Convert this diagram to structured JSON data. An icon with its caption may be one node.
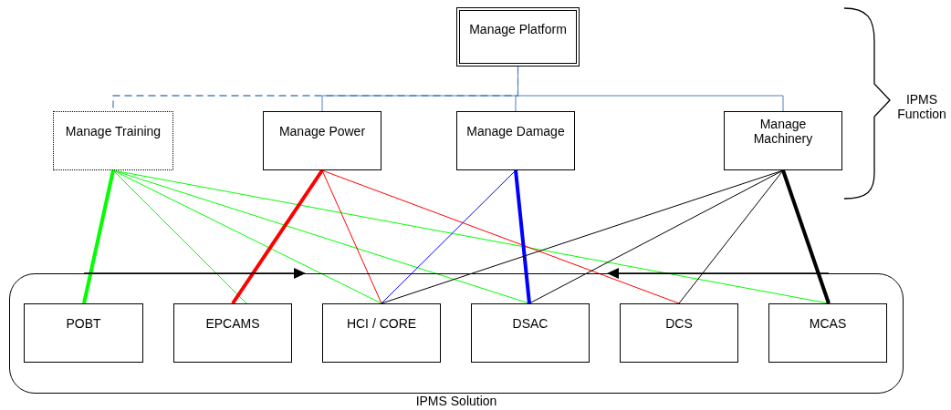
{
  "diagram": {
    "nodes": [
      {
        "text": [
          "Manage Platform"
        ]
      },
      {
        "text": [
          "Manage Training"
        ]
      },
      {
        "text": [
          "Manage Power"
        ]
      },
      {
        "text": [
          "Manage Damage"
        ]
      },
      {
        "text": [
          "Manage Machinery"
        ]
      },
      {
        "text": [
          "IPMS Solution"
        ]
      },
      {
        "text": [
          "POBT"
        ],
        "in": 5
      },
      {
        "text": [
          "EPCAMS"
        ],
        "in": 5
      },
      {
        "text": [
          "HCI / CORE"
        ],
        "in": 5
      },
      {
        "text": [
          "DSAC"
        ],
        "in": 5
      },
      {
        "text": [
          "DCS"
        ],
        "in": 5
      },
      {
        "text": [
          "MCAS"
        ],
        "in": 5
      }
    ],
    "edges": [
      {
        "from": 0,
        "to": 1,
        "arrow": "none",
        "style": "dashed",
        "color": "#4f81bd"
      },
      {
        "from": 0,
        "to": 2,
        "arrow": "none",
        "color": "#4f81bd"
      },
      {
        "from": 0,
        "to": 3,
        "arrow": "none",
        "color": "#4f81bd"
      },
      {
        "from": 0,
        "to": 4,
        "arrow": "none",
        "color": "#4f81bd"
      },
      {
        "from": 1,
        "to": 6,
        "arrow": "none",
        "style": "thick",
        "color": "#00ff00"
      },
      {
        "from": 1,
        "to": 7,
        "arrow": "none",
        "color": "#00ff00"
      },
      {
        "from": 1,
        "to": 8,
        "arrow": "none",
        "color": "#00ff00"
      },
      {
        "from": 1,
        "to": 9,
        "arrow": "none",
        "color": "#00ff00"
      },
      {
        "from": 1,
        "to": 11,
        "arrow": "none",
        "color": "#00ff00"
      },
      {
        "from": 2,
        "to": 7,
        "arrow": "none",
        "style": "thick",
        "color": "#ff0000"
      },
      {
        "from": 2,
        "to": 8,
        "arrow": "none",
        "color": "#ff0000"
      },
      {
        "from": 2,
        "to": 10,
        "arrow": "none",
        "color": "#ff0000"
      },
      {
        "from": 3,
        "to": 8,
        "arrow": "none",
        "color": "#0000ff"
      },
      {
        "from": 3,
        "to": 9,
        "arrow": "none",
        "style": "thick",
        "color": "#0000ff"
      },
      {
        "from": 4,
        "to": 8,
        "arrow": "none",
        "color": "#000000"
      },
      {
        "from": 4,
        "to": 9,
        "arrow": "none",
        "color": "#000000"
      },
      {
        "from": 4,
        "to": 10,
        "arrow": "none",
        "color": "#000000"
      },
      {
        "from": 4,
        "to": 11,
        "arrow": "none",
        "style": "thick",
        "color": "#000000"
      }
    ],
    "labels": [
      "IPMS Function"
    ]
  }
}
